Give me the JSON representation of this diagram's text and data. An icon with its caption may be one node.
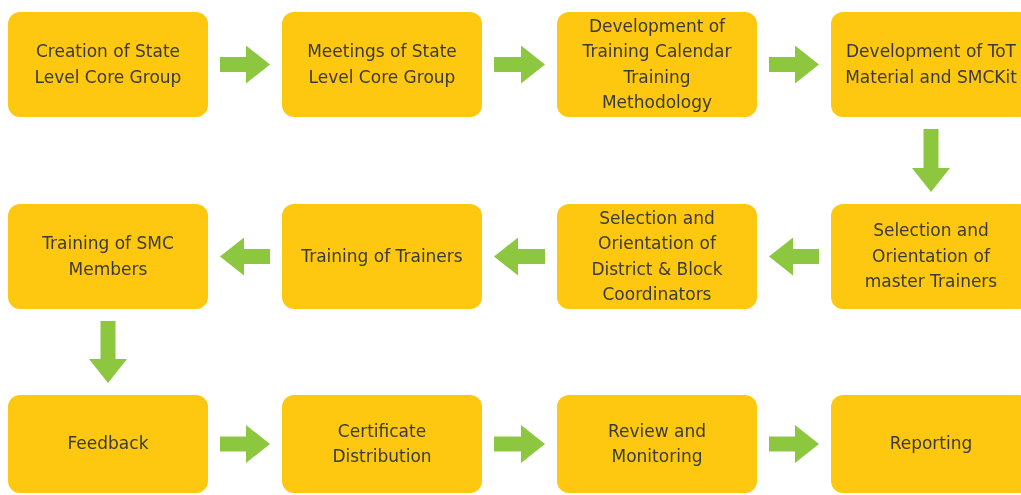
{
  "diagram": {
    "nodes": [
      {
        "text": [
          "Creation of State Level Core Group"
        ]
      },
      {
        "text": [
          "Meetings of State Level Core Group"
        ]
      },
      {
        "text": [
          "Development of Training Calendar Training Methodology"
        ]
      },
      {
        "text": [
          "Development of ToT Material and SMCKit"
        ]
      },
      {
        "text": [
          "Training of SMC Members"
        ]
      },
      {
        "text": [
          "Training of Trainers"
        ]
      },
      {
        "text": [
          "Selection and Orientation of District & Block Coordinators"
        ]
      },
      {
        "text": [
          "Selection and Orientation of master Trainers"
        ]
      },
      {
        "text": [
          "Feedback"
        ]
      },
      {
        "text": [
          "Certificate Distribution"
        ]
      },
      {
        "text": [
          "Review and Monitoring"
        ]
      },
      {
        "text": [
          "Reporting"
        ]
      }
    ],
    "edges": [
      {
        "from": 0,
        "to": 1,
        "arrow": "to"
      },
      {
        "from": 1,
        "to": 2,
        "arrow": "to"
      },
      {
        "from": 2,
        "to": 3,
        "arrow": "to"
      },
      {
        "from": 3,
        "to": 7,
        "arrow": "to"
      },
      {
        "from": 7,
        "to": 6,
        "arrow": "to"
      },
      {
        "from": 6,
        "to": 5,
        "arrow": "to"
      },
      {
        "from": 5,
        "to": 4,
        "arrow": "to"
      },
      {
        "from": 4,
        "to": 8,
        "arrow": "to"
      },
      {
        "from": 8,
        "to": 9,
        "arrow": "to"
      },
      {
        "from": 9,
        "to": 10,
        "arrow": "to"
      },
      {
        "from": 10,
        "to": 11,
        "arrow": "to"
      }
    ]
  }
}
